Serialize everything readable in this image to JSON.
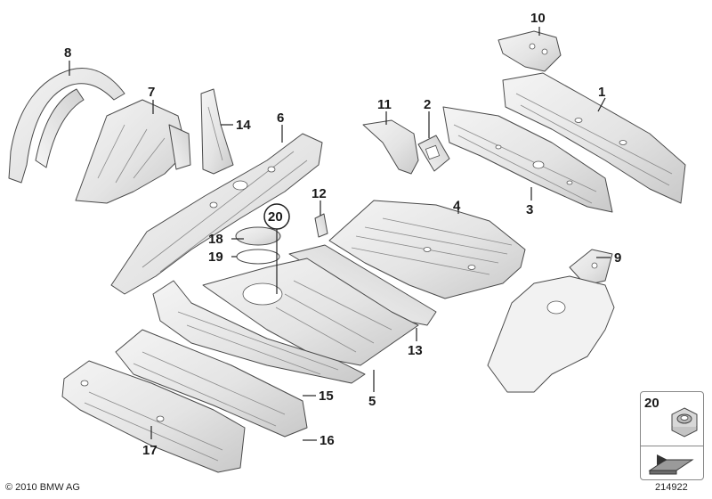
{
  "callouts": [
    "1",
    "2",
    "3",
    "4",
    "5",
    "6",
    "7",
    "8",
    "9",
    "10",
    "11",
    "12",
    "13",
    "14",
    "15",
    "16",
    "17",
    "18",
    "19",
    "20"
  ],
  "legend": {
    "number": "20",
    "item_icon": "hex-nut-icon",
    "marker_icon": "arrow-marker-icon"
  },
  "footer": {
    "copyright": "© 2010 BMW AG",
    "diagram_id": "214922"
  },
  "colors": {
    "part_fill": "#e6e6e6",
    "part_highlight": "#f4f4f4",
    "part_shade": "#cfcfcf",
    "outline": "#4a4a4a"
  }
}
